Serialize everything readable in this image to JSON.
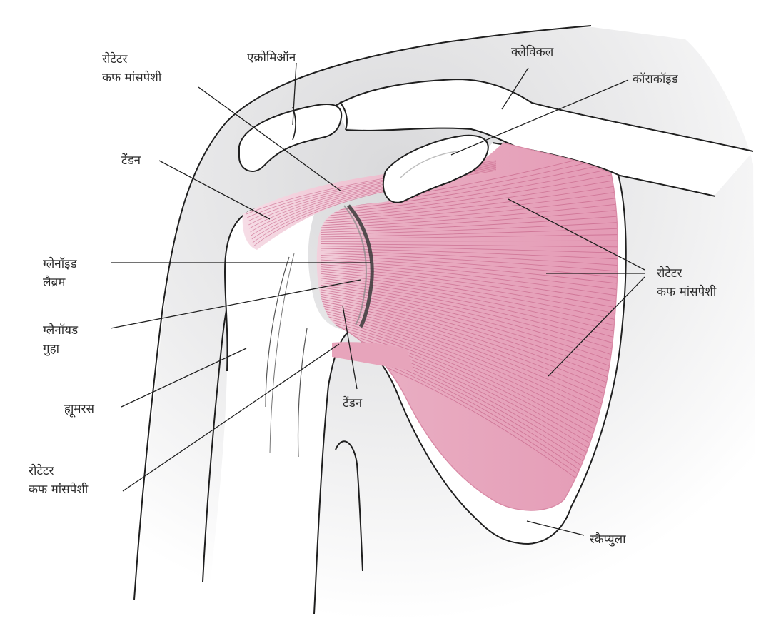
{
  "colors": {
    "outline": "#1f1f1f",
    "muscle": "#e8a7bd",
    "muscle_fiber": "#c96d8e",
    "muscle_light": "#f2c9d7",
    "shade": "#e9e9ea",
    "bone": "#ffffff"
  },
  "labels": {
    "rotator_cuff_top": {
      "line1": "रोटेटर",
      "line2": "कफ मांसपेशी"
    },
    "acromion": "एक्रोमिऑन",
    "clavicle": "क्लेविकल",
    "coracoid": "कॉराकॉइड",
    "tendon_upper": "टेंडन",
    "glenoid_labrum": {
      "line1": "ग्लेनॉइड",
      "line2": "लैब्रम"
    },
    "glenoid_cavity": {
      "line1": "ग्लैनॉयड",
      "line2": "गुहा"
    },
    "humerus": "ह्यूमरस",
    "rotator_cuff_bottom": {
      "line1": "रोटेटर",
      "line2": "कफ मांसपेशी"
    },
    "tendon_lower": "टेंडन",
    "rotator_cuff_right": {
      "line1": "रोटेटर",
      "line2": "कफ मांसपेशी"
    },
    "scapula": "स्कैप्युला"
  }
}
